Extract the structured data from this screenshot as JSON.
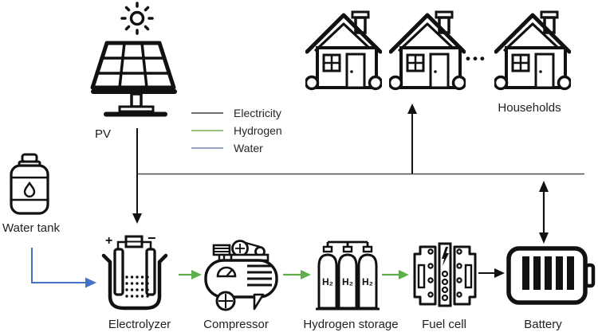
{
  "legend": {
    "items": [
      {
        "label": "Electricity",
        "color": "#595959"
      },
      {
        "label": "Hydrogen",
        "color": "#8fbc6d"
      },
      {
        "label": "Water",
        "color": "#8496bb"
      }
    ]
  },
  "nodes": {
    "pv": {
      "label": "PV"
    },
    "households": {
      "label": "Households",
      "ellipsis": "•••"
    },
    "water_tank": {
      "label": "Water tank"
    },
    "electrolyzer": {
      "label": "Electrolyzer",
      "positive": "+",
      "negative": "−"
    },
    "compressor": {
      "label": "Compressor"
    },
    "hydrogen_storage": {
      "label": "Hydrogen storage",
      "cylinder_label": "H₂"
    },
    "fuel_cell": {
      "label": "Fuel cell"
    },
    "battery": {
      "label": "Battery"
    }
  },
  "flows": {
    "electricity_color": "#1a1a1a",
    "bus_color": "#4d4d4d",
    "hydrogen_color": "#5fae4b",
    "water_color": "#4472c4"
  }
}
